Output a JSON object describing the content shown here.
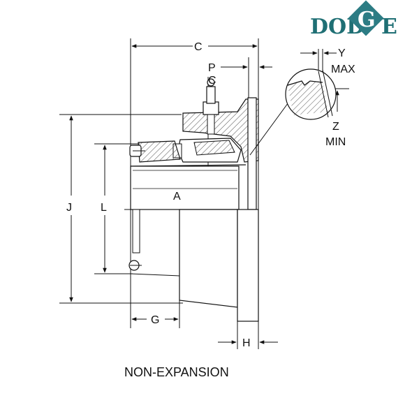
{
  "brand": {
    "logo_text": "DODGE",
    "logo_color": "#1f6f74",
    "diamond_color": "#2c7c84"
  },
  "caption": "NON-EXPANSION",
  "dimensions": {
    "c": "C",
    "p": "P",
    "cl": "C",
    "y": "Y",
    "y_sub": "MAX",
    "z": "Z",
    "z_sub": "MIN",
    "j": "J",
    "l": "L",
    "a": "A",
    "g": "G",
    "h": "H"
  }
}
